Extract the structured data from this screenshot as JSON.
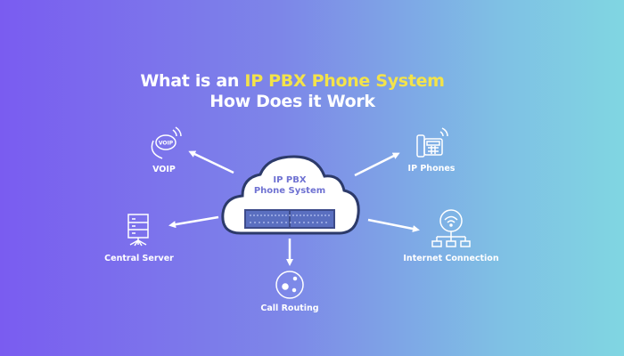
{
  "title": {
    "line1_prefix": "What is an ",
    "line1_highlight": "IP PBX Phone System",
    "line2": "How Does it Work"
  },
  "center": {
    "line1": "IP PBX",
    "line2": "Phone System"
  },
  "nodes": {
    "voip": {
      "label": "VOIP",
      "icon_text": "VOIP"
    },
    "ip_phones": {
      "label": "IP Phones"
    },
    "central_server": {
      "label": "Central Server"
    },
    "internet_connection": {
      "label": "Internet Connection"
    },
    "call_routing": {
      "label": "Call Routing"
    }
  },
  "colors": {
    "highlight": "#f3e34a",
    "gradient_left": "#7a5cf0",
    "gradient_right": "#80d6e2",
    "cloud_text": "#6f72d2"
  }
}
